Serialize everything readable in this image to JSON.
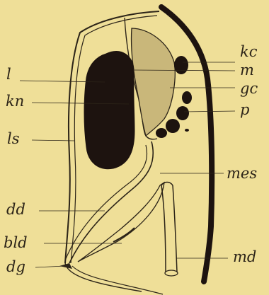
{
  "figure": {
    "background_color": "#efdf98",
    "ink_color": "#2c2418",
    "dark_mass_color": "#1d130f",
    "shading_color": "#c9b77a"
  },
  "labels": {
    "left": {
      "l": "l",
      "kn": "kn",
      "ls": "ls",
      "dd": "dd",
      "bld": "bld",
      "dg": "dg"
    },
    "right": {
      "kc": "kc",
      "m": "m",
      "gc": "gc",
      "p": "p",
      "mes": "mes",
      "md": "md"
    }
  }
}
